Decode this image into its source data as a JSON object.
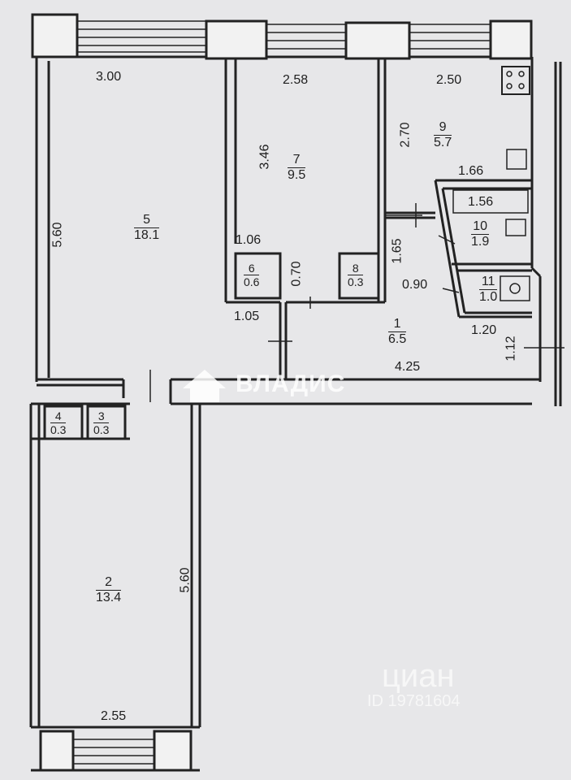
{
  "rooms": [
    {
      "id": "r1",
      "num": "1",
      "area": "6.5"
    },
    {
      "id": "r2",
      "num": "2",
      "area": "13.4"
    },
    {
      "id": "r3",
      "num": "3",
      "area": "0.3"
    },
    {
      "id": "r4",
      "num": "4",
      "area": "0.3"
    },
    {
      "id": "r5",
      "num": "5",
      "area": "18.1"
    },
    {
      "id": "r6",
      "num": "6",
      "area": "0.6"
    },
    {
      "id": "r7",
      "num": "7",
      "area": "9.5"
    },
    {
      "id": "r8",
      "num": "8",
      "area": "0.3"
    },
    {
      "id": "r9",
      "num": "9",
      "area": "5.7"
    },
    {
      "id": "r10",
      "num": "10",
      "area": "1.9"
    },
    {
      "id": "r11",
      "num": "11",
      "area": "1.0"
    }
  ],
  "dimensions": {
    "d_3_00": "3.00",
    "d_2_58": "2.58",
    "d_2_50": "2.50",
    "d_5_60_left": "5.60",
    "d_3_46": "3.46",
    "d_2_70": "2.70",
    "d_1_66": "1.66",
    "d_1_56": "1.56",
    "d_1_06": "1.06",
    "d_0_70": "0.70",
    "d_1_65": "1.65",
    "d_0_90": "0.90",
    "d_1_05": "1.05",
    "d_1_20": "1.20",
    "d_1_12": "1.12",
    "d_4_25": "4.25",
    "d_5_60_right": "5.60",
    "d_2_55": "2.55"
  },
  "watermarks": {
    "vladis": "ВЛАДИС",
    "cian": "циан",
    "cian_id": "ID 19781604"
  }
}
